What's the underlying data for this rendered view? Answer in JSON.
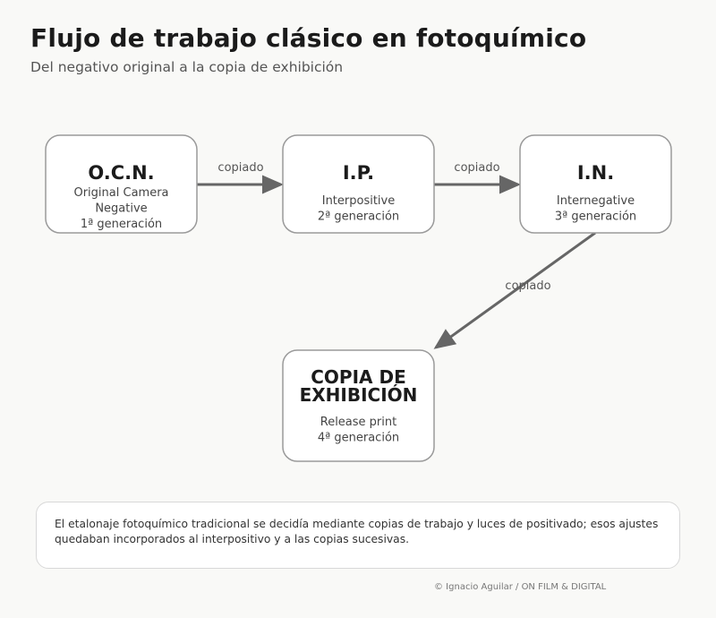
{
  "header": {
    "title": "Flujo de trabajo clásico en fotoquímico",
    "subtitle": "Del negativo original a la copia de exhibición"
  },
  "nodes": [
    {
      "id": "ocn",
      "title": [
        "O.C.N."
      ],
      "lines": [
        "Original Camera",
        "Negative",
        "1ª generación"
      ]
    },
    {
      "id": "ip",
      "title": [
        "I.P."
      ],
      "lines": [
        "Interpositive",
        "2ª generación"
      ]
    },
    {
      "id": "in",
      "title": [
        "I.N."
      ],
      "lines": [
        "Internegative",
        "3ª generación"
      ]
    },
    {
      "id": "release",
      "title": [
        "COPIA DE",
        "EXHIBICIÓN"
      ],
      "lines": [
        "Release print",
        "4ª generación"
      ]
    }
  ],
  "edges": [
    {
      "from": "ocn",
      "to": "ip",
      "label": "copiado"
    },
    {
      "from": "ip",
      "to": "in",
      "label": "copiado"
    },
    {
      "from": "in",
      "to": "release",
      "label": "copiado"
    }
  ],
  "note": {
    "text": "El etalonaje fotoquímico tradicional se decidía mediante copias de trabajo y luces de positivado; esos ajustes quedaban incorporados al interpositivo y a las copias sucesivas."
  },
  "footer": {
    "credit": "© Ignacio Aguilar / ON FILM & DIGITAL"
  },
  "colors": {
    "background": "#f9f9f7",
    "box_border": "#9a9a9a",
    "arrow": "#666666"
  }
}
